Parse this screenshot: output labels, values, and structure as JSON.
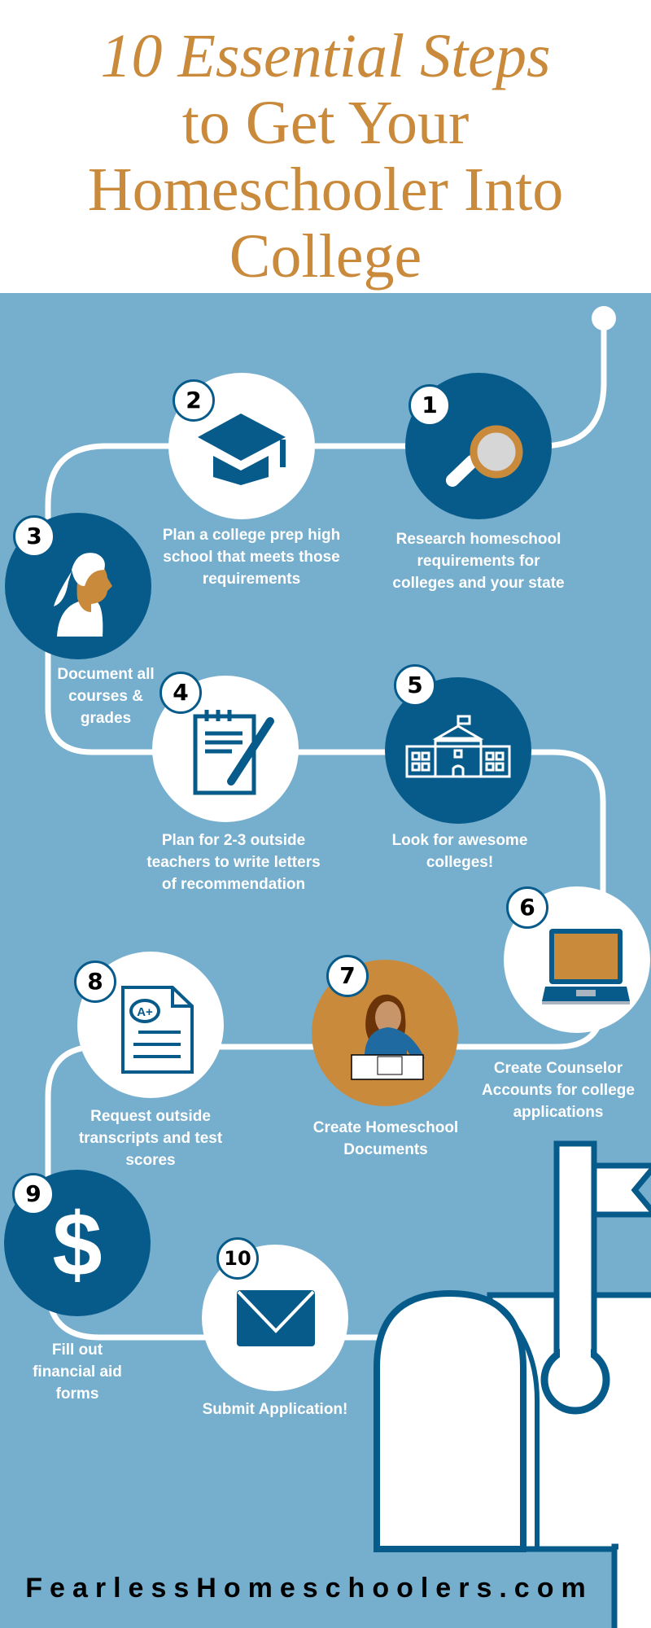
{
  "title": {
    "line1": "10 Essential Steps",
    "line2": "to Get Your",
    "line3": "Homeschooler Into",
    "line4": "College"
  },
  "colors": {
    "background": "#76aecd",
    "dark_blue": "#075b8a",
    "orange": "#c98a3c",
    "white": "#ffffff"
  },
  "steps": [
    {
      "number": "1",
      "icon": "magnifier-icon",
      "lines": [
        "Research homeschool",
        "requirements for",
        "colleges and your state"
      ]
    },
    {
      "number": "2",
      "icon": "graduation-cap-icon",
      "lines": [
        "Plan a college prep high",
        "school that meets those",
        "requirements"
      ]
    },
    {
      "number": "3",
      "icon": "student-profile-icon",
      "lines": [
        "Document all",
        "courses &",
        "grades"
      ]
    },
    {
      "number": "4",
      "icon": "notepad-pencil-icon",
      "lines": [
        "Plan for 2-3 outside",
        "teachers to write letters",
        "of recommendation"
      ]
    },
    {
      "number": "5",
      "icon": "college-building-icon",
      "lines": [
        "Look for awesome",
        "colleges!"
      ]
    },
    {
      "number": "6",
      "icon": "laptop-icon",
      "lines": [
        "Create Counselor",
        "Accounts for college",
        "applications"
      ]
    },
    {
      "number": "7",
      "icon": "student-writing-icon",
      "lines": [
        "Create Homeschool",
        "Documents"
      ]
    },
    {
      "number": "8",
      "icon": "graded-paper-icon",
      "lines": [
        "Request outside",
        "transcripts and test",
        "scores"
      ]
    },
    {
      "number": "9",
      "icon": "dollar-icon",
      "lines": [
        "Fill out",
        "financial aid",
        "forms"
      ]
    },
    {
      "number": "10",
      "icon": "envelope-icon",
      "lines": [
        "Submit Application!"
      ]
    }
  ],
  "footer": "FearlessHomeschoolers.com"
}
